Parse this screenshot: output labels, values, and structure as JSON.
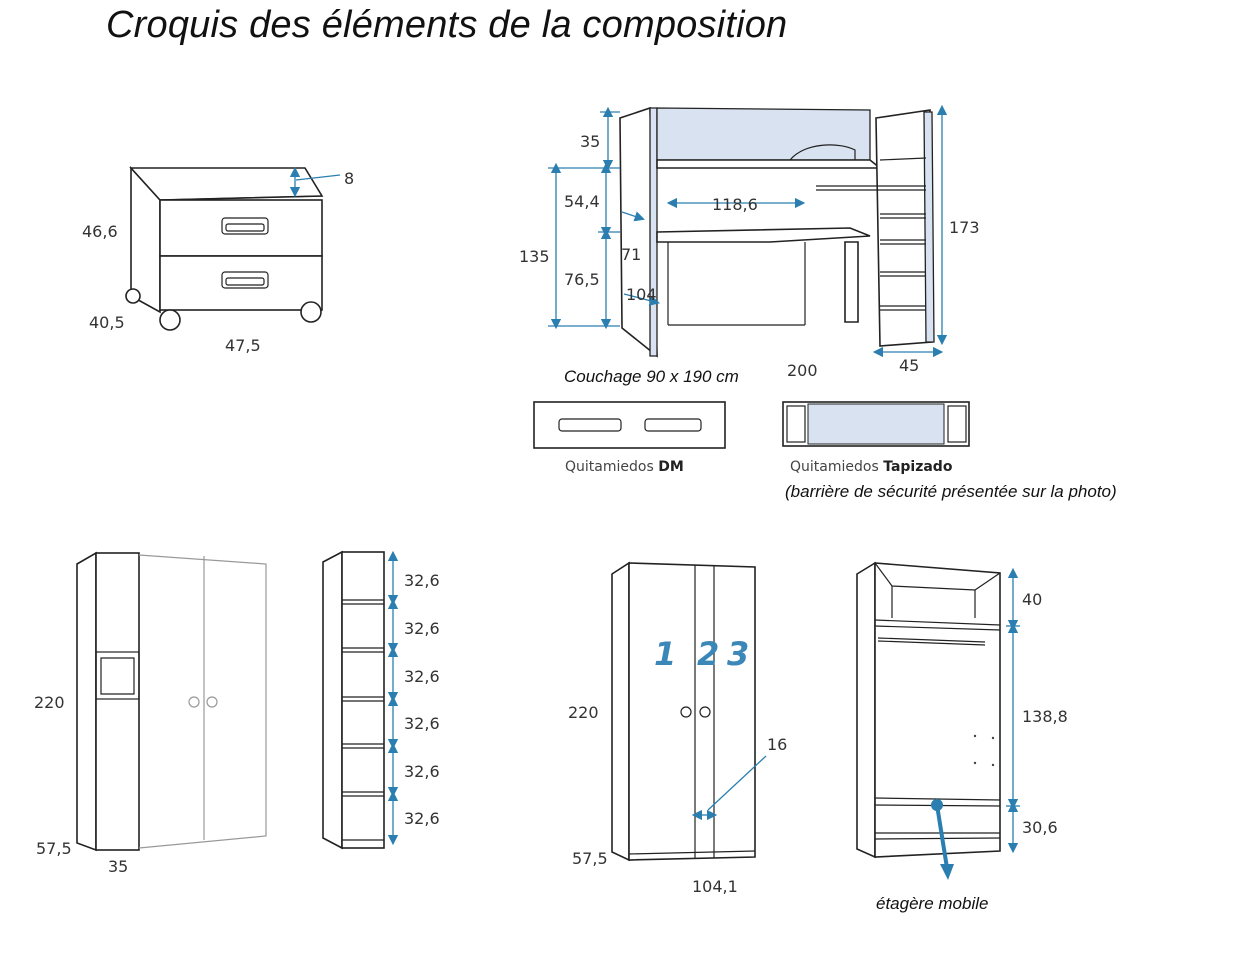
{
  "title": "Croquis des éléments de la composition",
  "nightstand": {
    "height": "46,6",
    "handle_gap": "8",
    "depth": "40,5",
    "width": "47,5"
  },
  "loft_bed": {
    "top_rail": "35",
    "upper_gap": "54,4",
    "lower_gap": "76,5",
    "total_left": "135",
    "desk_width": "118,6",
    "side_71": "71",
    "side_104": "104",
    "total_height": "173",
    "ladder_depth": "45",
    "length": "200",
    "sleeping": "Couchage 90 x 190 cm"
  },
  "guards": {
    "dm_label": "Quitamiedos",
    "dm_bold": "DM",
    "tap_label": "Quitamiedos",
    "tap_bold": "Tapizado",
    "note": "(barrière de sécurité présentée sur la photo)"
  },
  "wardrobe_left": {
    "height": "220",
    "depth": "57,5",
    "width": "35"
  },
  "shelf_unit": {
    "shelves": [
      "32,6",
      "32,6",
      "32,6",
      "32,6",
      "32,6",
      "32,6"
    ]
  },
  "wardrobe_right": {
    "height": "220",
    "depth": "57,5",
    "width": "104,1",
    "strip": "16",
    "numbers": [
      "1",
      "2",
      "3"
    ]
  },
  "wardrobe_open": {
    "top": "40",
    "middle": "138,8",
    "bottom": "30,6",
    "mobile_shelf": "étagère mobile"
  }
}
